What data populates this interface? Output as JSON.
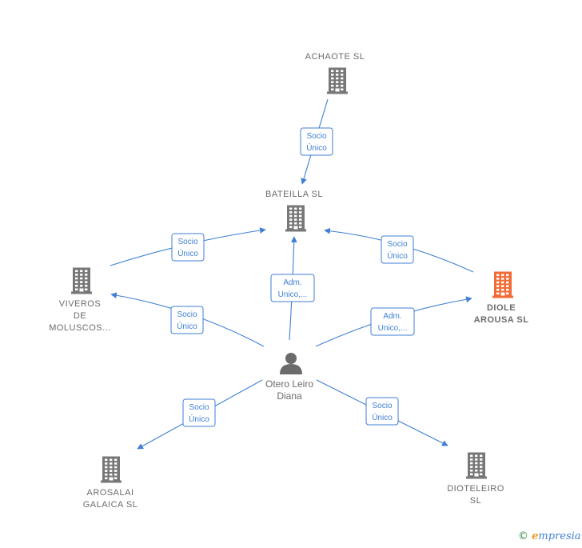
{
  "colors": {
    "edge": "#3f7fd6",
    "building": "#777777",
    "highlight": "#f26a35",
    "person": "#6b6b6b"
  },
  "nodes": [
    {
      "id": "achaote",
      "type": "company",
      "lines": [
        "ACHAOTE  SL"
      ],
      "highlight": false
    },
    {
      "id": "bateilla",
      "type": "company",
      "lines": [
        "BATEILLA  SL"
      ],
      "highlight": false
    },
    {
      "id": "viveros",
      "type": "company",
      "lines": [
        "VIVEROS",
        "DE",
        "MOLUSCOS..."
      ],
      "highlight": false
    },
    {
      "id": "diole",
      "type": "company",
      "lines": [
        "DIOLE",
        "AROUSA  SL"
      ],
      "highlight": true
    },
    {
      "id": "otero",
      "type": "person",
      "lines": [
        "Otero Leiro",
        "Diana"
      ],
      "highlight": false
    },
    {
      "id": "arosalai",
      "type": "company",
      "lines": [
        "AROSALAI",
        "GALAICA  SL"
      ],
      "highlight": false
    },
    {
      "id": "dioteleiro",
      "type": "company",
      "lines": [
        "DIOTELEIRO",
        "SL"
      ],
      "highlight": false
    }
  ],
  "edges": [
    {
      "id": "achaote-bateilla",
      "from": "achaote",
      "to": "bateilla",
      "label": [
        "Socio",
        "Único"
      ]
    },
    {
      "id": "viveros-bateilla",
      "from": "viveros",
      "to": "bateilla",
      "label": [
        "Socio",
        "Único"
      ]
    },
    {
      "id": "diole-bateilla",
      "from": "diole",
      "to": "bateilla",
      "label": [
        "Socio",
        "Único"
      ]
    },
    {
      "id": "otero-bateilla",
      "from": "otero",
      "to": "bateilla",
      "label": [
        "Adm.",
        "Unico,..."
      ]
    },
    {
      "id": "otero-viveros",
      "from": "otero",
      "to": "viveros",
      "label": [
        "Socio",
        "Único"
      ]
    },
    {
      "id": "otero-diole",
      "from": "otero",
      "to": "diole",
      "label": [
        "Adm.",
        "Unico,..."
      ]
    },
    {
      "id": "otero-arosalai",
      "from": "otero",
      "to": "arosalai",
      "label": [
        "Socio",
        "Único"
      ]
    },
    {
      "id": "otero-dioteleiro",
      "from": "otero",
      "to": "dioteleiro",
      "label": [
        "Socio",
        "Único"
      ]
    }
  ],
  "brand": {
    "copyright": "©",
    "initial": "e",
    "rest": "mpresia"
  }
}
